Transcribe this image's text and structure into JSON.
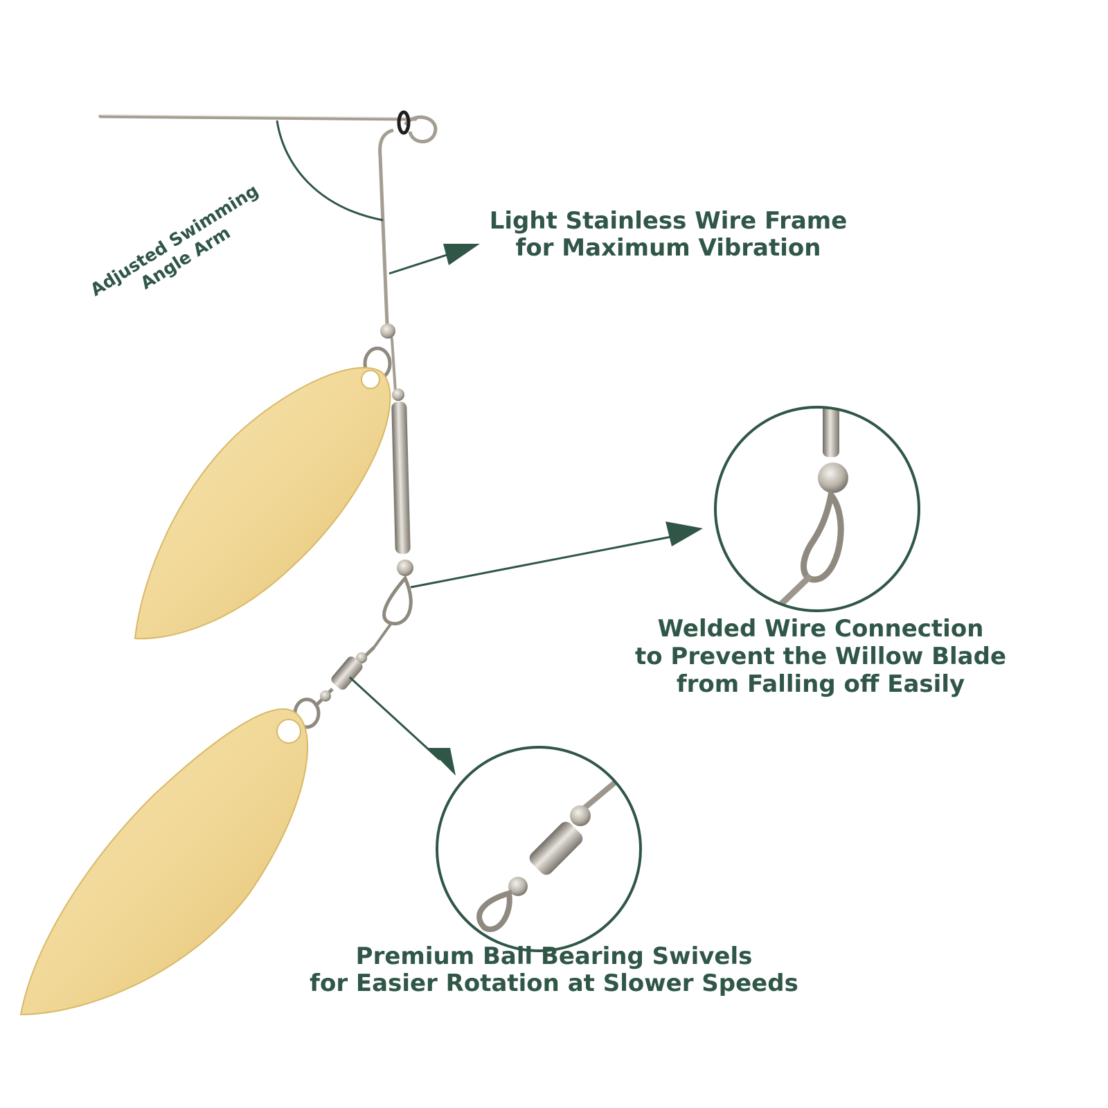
{
  "callouts": {
    "angle_arm": {
      "line1": "Adjusted Swimming",
      "line2": "Angle Arm"
    },
    "wire_frame": {
      "line1": "Light Stainless Wire Frame",
      "line2": "for Maximum Vibration"
    },
    "welded_connection": {
      "line1": "Welded Wire Connection",
      "line2": "to Prevent the Willow Blade",
      "line3": "from Falling off Easily"
    },
    "ball_bearing_swivels": {
      "line1": "Premium Ball Bearing Swivels",
      "line2": "for Easier Rotation at Slower Speeds"
    }
  },
  "colors": {
    "accent": "#2f5646",
    "blade_gold": "#f1d89a",
    "wire": "#9c968c"
  }
}
